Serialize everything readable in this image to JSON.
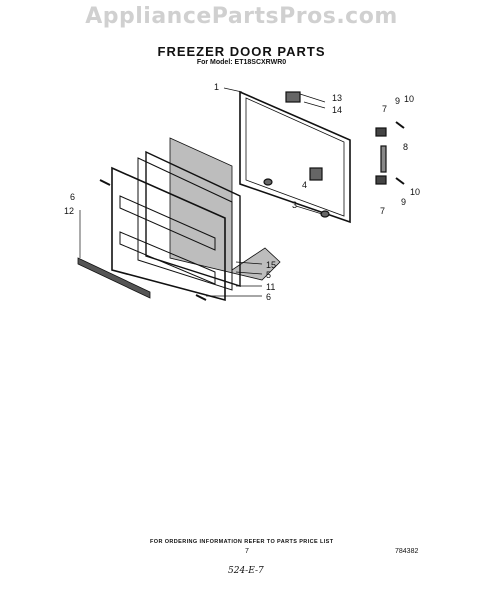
{
  "watermark": "AppliancePartsPros.com",
  "header": {
    "title": "FREEZER DOOR PARTS",
    "subtitle": "For Model: ET18SCXRWR0"
  },
  "callouts": [
    "1",
    "13",
    "14",
    "7",
    "9",
    "10",
    "8",
    "4",
    "3",
    "9",
    "10",
    "7",
    "6",
    "12",
    "15",
    "5",
    "11",
    "6"
  ],
  "footer": {
    "ordering_note": "FOR ORDERING INFORMATION REFER TO PARTS PRICE LIST",
    "page": "7",
    "figure_code": "784382",
    "handwritten": "524-E-7"
  }
}
